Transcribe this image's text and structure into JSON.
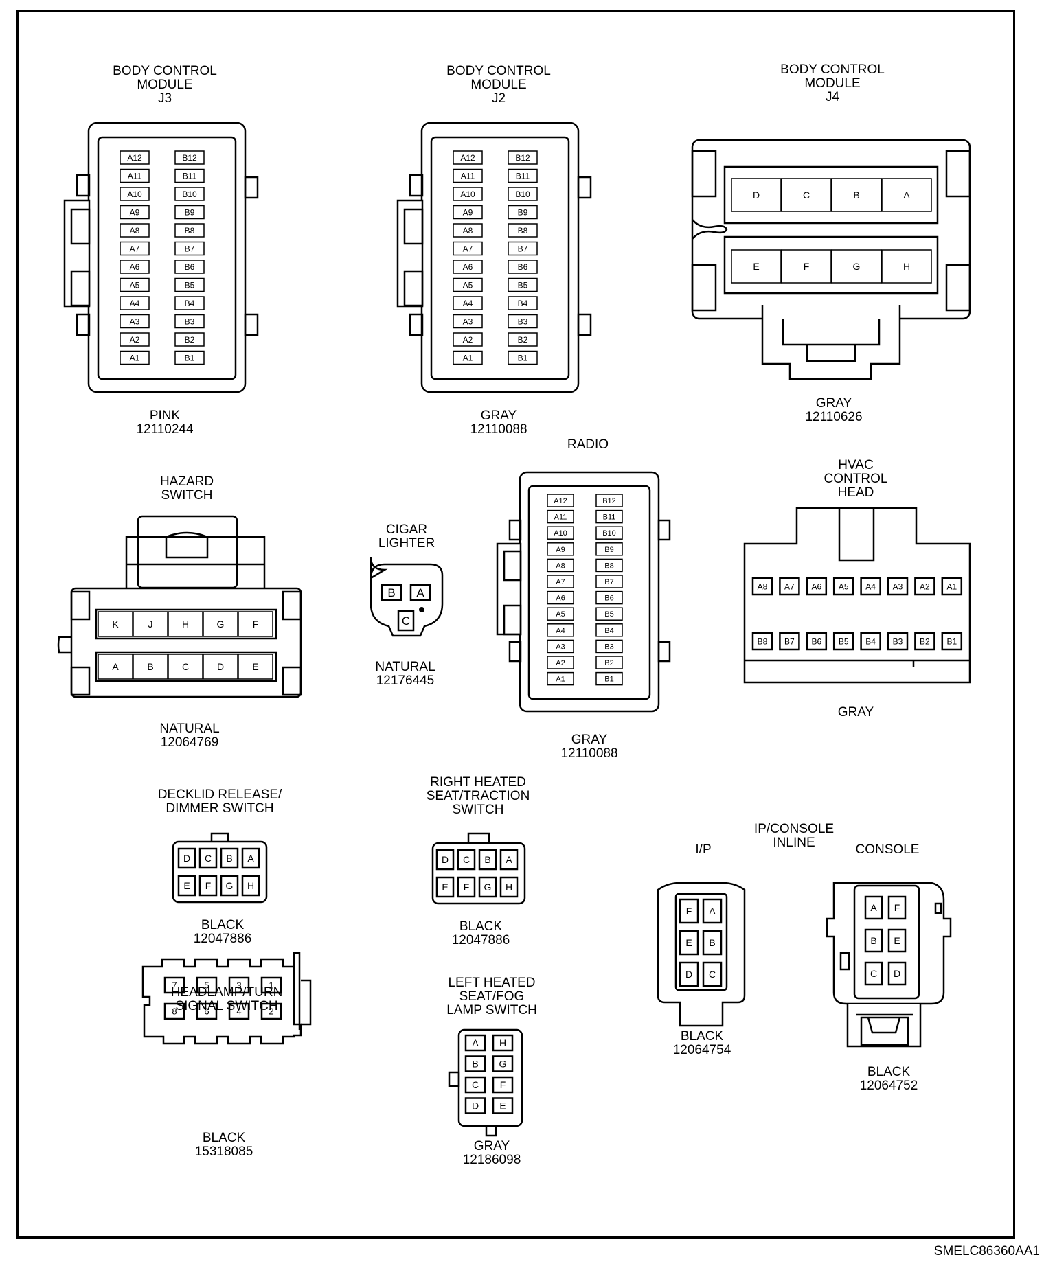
{
  "diagram_code": "SMELC86360AA1",
  "connectors": {
    "bcm_j3": {
      "title": [
        "BODY CONTROL",
        "MODULE",
        "J3"
      ],
      "color": "PINK",
      "part": "12110244",
      "a_pins": [
        "A12",
        "A11",
        "A10",
        "A9",
        "A8",
        "A7",
        "A6",
        "A5",
        "A4",
        "A3",
        "A2",
        "A1"
      ],
      "b_pins": [
        "B12",
        "B11",
        "B10",
        "B9",
        "B8",
        "B7",
        "B6",
        "B5",
        "B4",
        "B3",
        "B2",
        "B1"
      ]
    },
    "bcm_j2": {
      "title": [
        "BODY CONTROL",
        "MODULE",
        "J2"
      ],
      "color": "GRAY",
      "part": "12110088",
      "a_pins": [
        "A12",
        "A11",
        "A10",
        "A9",
        "A8",
        "A7",
        "A6",
        "A5",
        "A4",
        "A3",
        "A2",
        "A1"
      ],
      "b_pins": [
        "B12",
        "B11",
        "B10",
        "B9",
        "B8",
        "B7",
        "B6",
        "B5",
        "B4",
        "B3",
        "B2",
        "B1"
      ]
    },
    "bcm_j4": {
      "title": [
        "BODY CONTROL",
        "MODULE",
        "J4"
      ],
      "color": "GRAY",
      "part": "12110626",
      "top_pins": [
        "D",
        "C",
        "B",
        "A"
      ],
      "bottom_pins": [
        "E",
        "F",
        "G",
        "H"
      ]
    },
    "radio": {
      "title": [
        "RADIO"
      ],
      "color": "GRAY",
      "part": "12110088",
      "a_pins": [
        "A12",
        "A11",
        "A10",
        "A9",
        "A8",
        "A7",
        "A6",
        "A5",
        "A4",
        "A3",
        "A2",
        "A1"
      ],
      "b_pins": [
        "B12",
        "B11",
        "B10",
        "B9",
        "B8",
        "B7",
        "B6",
        "B5",
        "B4",
        "B3",
        "B2",
        "B1"
      ]
    },
    "hazard": {
      "title": [
        "HAZARD",
        "SWITCH"
      ],
      "color": "NATURAL",
      "part": "12064769",
      "top_pins": [
        "K",
        "J",
        "H",
        "G",
        "F"
      ],
      "bottom_pins": [
        "A",
        "B",
        "C",
        "D",
        "E"
      ]
    },
    "cigar": {
      "title": [
        "CIGAR",
        "LIGHTER"
      ],
      "color": "NATURAL",
      "part": "12176445",
      "pins": [
        "B",
        "A",
        "C"
      ]
    },
    "hvac": {
      "title": [
        "HVAC",
        "CONTROL",
        "HEAD"
      ],
      "color": "GRAY",
      "part": "",
      "a_pins": [
        "A8",
        "A7",
        "A6",
        "A5",
        "A4",
        "A3",
        "A2",
        "A1"
      ],
      "b_pins": [
        "B8",
        "B7",
        "B6",
        "B5",
        "B4",
        "B3",
        "B2",
        "B1"
      ]
    },
    "decklid": {
      "title": [
        "DECKLID RELEASE/",
        "DIMMER SWITCH"
      ],
      "color": "BLACK",
      "part": "12047886",
      "top_pins": [
        "D",
        "C",
        "B",
        "A"
      ],
      "bottom_pins": [
        "E",
        "F",
        "G",
        "H"
      ]
    },
    "rh_seat": {
      "title": [
        "RIGHT HEATED",
        "SEAT/TRACTION",
        "SWITCH"
      ],
      "color": "BLACK",
      "part": "12047886",
      "top_pins": [
        "D",
        "C",
        "B",
        "A"
      ],
      "bottom_pins": [
        "E",
        "F",
        "G",
        "H"
      ]
    },
    "headlamp": {
      "title": [
        "HEADLAMP/TURN",
        "SIGNAL SWITCH"
      ],
      "color": "BLACK",
      "part": "15318085",
      "top_pins": [
        "7",
        "5",
        "3",
        "1"
      ],
      "bottom_pins": [
        "8",
        "6",
        "4",
        "2"
      ]
    },
    "lh_seat": {
      "title": [
        "LEFT HEATED",
        "SEAT/FOG",
        "LAMP SWITCH"
      ],
      "color": "GRAY",
      "part": "12186098",
      "left_pins": [
        "A",
        "B",
        "C",
        "D"
      ],
      "right_pins": [
        "H",
        "G",
        "F",
        "E"
      ]
    },
    "ip_console": {
      "title": [
        "IP/CONSOLE",
        "INLINE"
      ]
    },
    "ip": {
      "title": [
        "I/P"
      ],
      "color": "BLACK",
      "part": "12064754",
      "left_pins": [
        "F",
        "E",
        "D"
      ],
      "right_pins": [
        "A",
        "B",
        "C"
      ]
    },
    "console": {
      "title": [
        "CONSOLE"
      ],
      "color": "BLACK",
      "part": "12064752",
      "left_pins": [
        "A",
        "B",
        "C"
      ],
      "right_pins": [
        "F",
        "E",
        "D"
      ]
    }
  }
}
